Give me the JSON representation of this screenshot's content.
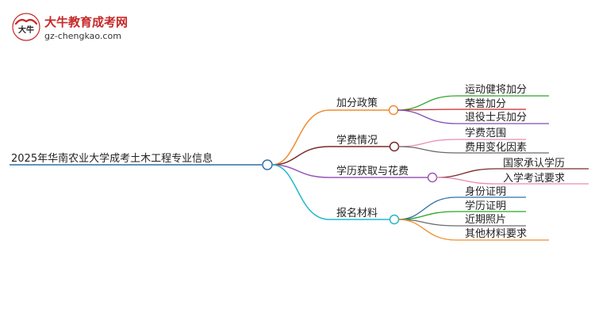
{
  "header": {
    "site_name": "大牛教育成考网",
    "site_url": "gz-chengkao.com",
    "logo_text": "大牛"
  },
  "mindmap": {
    "root": {
      "label": "2025年华南农业大学成考土木工程专业信息",
      "color": "#2f6fa8"
    },
    "branches": [
      {
        "label": "加分政策",
        "color": "#f08c2e",
        "children": [
          {
            "label": "运动健将加分",
            "color": "#2aa52a"
          },
          {
            "label": "荣誉加分",
            "color": "#c62828"
          },
          {
            "label": "退役士兵加分",
            "color": "#7e4fb3"
          }
        ]
      },
      {
        "label": "学费情况",
        "color": "#7a2a2a",
        "children": [
          {
            "label": "学费范围",
            "color": "#e88bb5"
          },
          {
            "label": "费用变化因素",
            "color": "#6a6a6a"
          }
        ]
      },
      {
        "label": "学历获取与花费",
        "color": "#9b59b6",
        "children": [
          {
            "label": "国家承认学历",
            "color": "#7a2a2a"
          },
          {
            "label": "入学考试要求",
            "color": "#e88bb5"
          }
        ]
      },
      {
        "label": "报名材料",
        "color": "#22b8cf",
        "children": [
          {
            "label": "身份证明",
            "color": "#2f6fa8"
          },
          {
            "label": "学历证明",
            "color": "#2aa52a"
          },
          {
            "label": "近期照片",
            "color": "#6a6a6a"
          },
          {
            "label": "其他材料要求",
            "color": "#f08c2e"
          }
        ]
      }
    ]
  }
}
